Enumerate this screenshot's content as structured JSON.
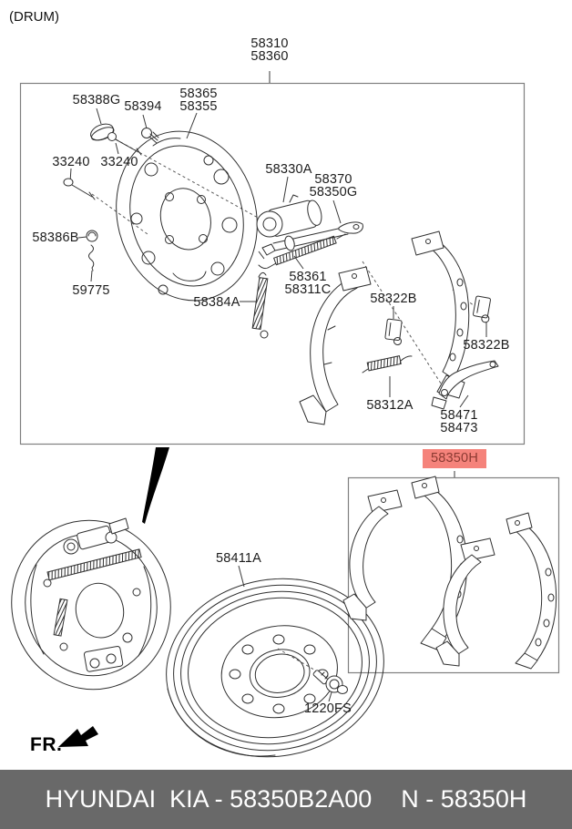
{
  "drum_note": "(DRUM)",
  "fr_label": "FR.",
  "footer": {
    "left": "HYUNDAI  KIA - 58350B2A00",
    "right": "N - 58350H"
  },
  "colors": {
    "highlight_bg": "#F5837B",
    "highlight_text": "#8B3A32",
    "footer_bg": "#696969",
    "footer_text": "#FFFFFF",
    "line_art": "#303030",
    "box_border": "#7F7F7F"
  },
  "part_labels": [
    {
      "id": "58310-58360",
      "line1": "58310",
      "line2": "58360"
    },
    {
      "id": "58388G",
      "line1": "58388G"
    },
    {
      "id": "58394",
      "line1": "58394"
    },
    {
      "id": "58365-58355",
      "line1": "58365",
      "line2": "58355"
    },
    {
      "id": "33240-a",
      "line1": "33240"
    },
    {
      "id": "33240-b",
      "line1": "33240"
    },
    {
      "id": "58330A",
      "line1": "58330A"
    },
    {
      "id": "58370-58350G",
      "line1": "58370",
      "line2": "58350G"
    },
    {
      "id": "58386B",
      "line1": "58386B"
    },
    {
      "id": "59775",
      "line1": "59775"
    },
    {
      "id": "58361-58311C",
      "line1": "58361",
      "line2": "58311C"
    },
    {
      "id": "58384A",
      "line1": "58384A"
    },
    {
      "id": "58322B-left",
      "line1": "58322B"
    },
    {
      "id": "58322B-right",
      "line1": "58322B"
    },
    {
      "id": "58312A",
      "line1": "58312A"
    },
    {
      "id": "58471-58473",
      "line1": "58471",
      "line2": "58473"
    },
    {
      "id": "58350H",
      "line1": "58350H",
      "highlighted": true
    },
    {
      "id": "58411A",
      "line1": "58411A"
    },
    {
      "id": "1220FS",
      "line1": "1220FS"
    }
  ]
}
